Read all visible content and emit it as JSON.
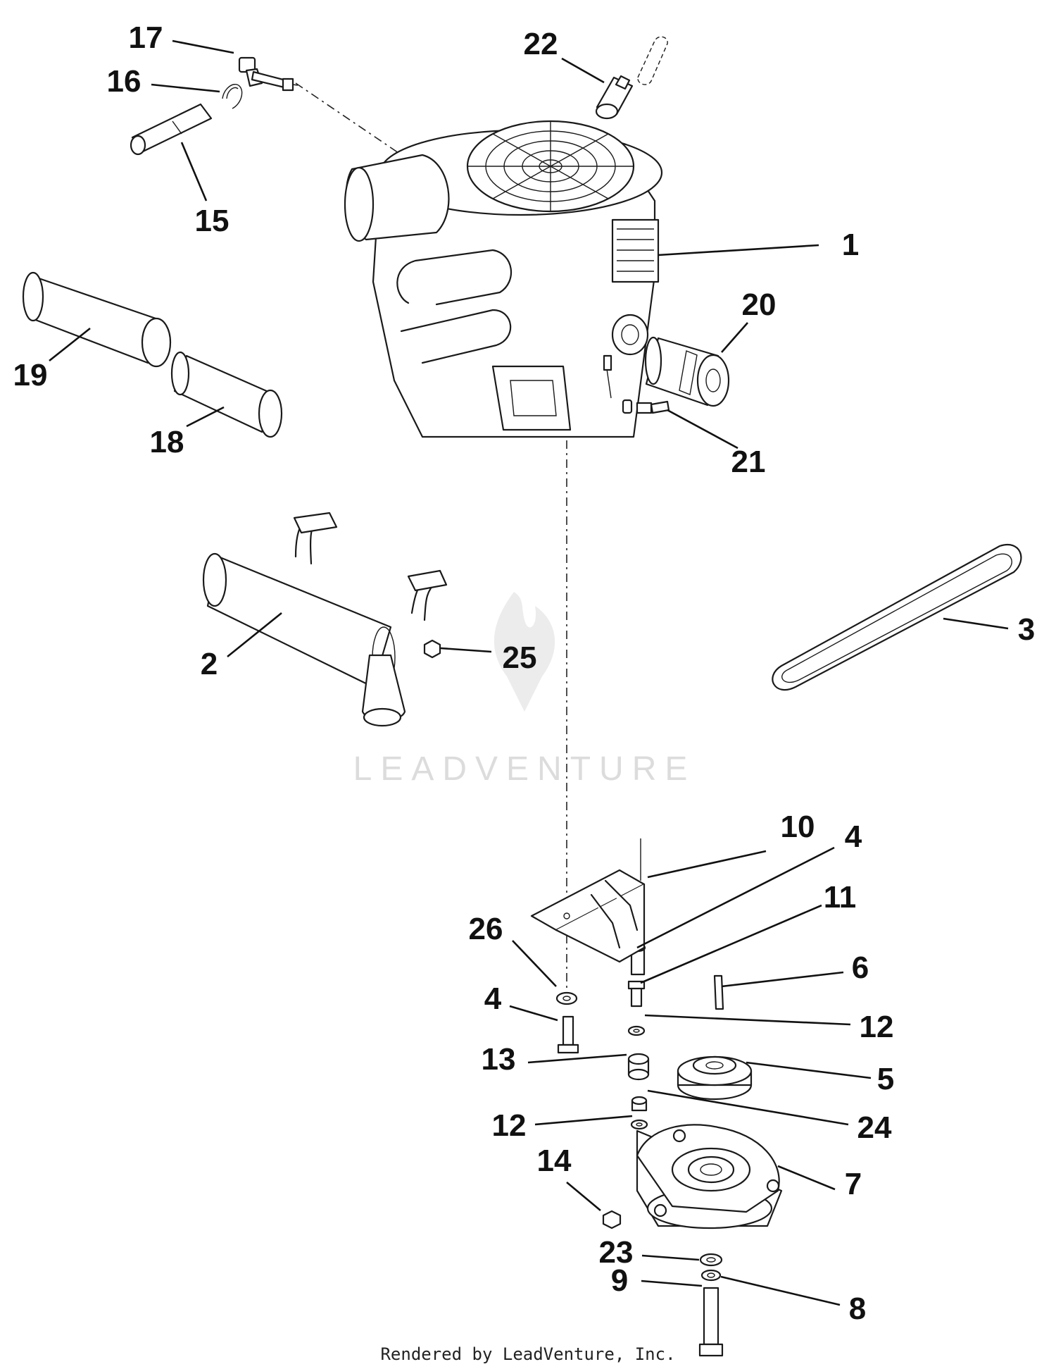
{
  "diagram": {
    "callouts": {
      "c1": "1",
      "c2": "2",
      "c3": "3",
      "c4a": "4",
      "c4b": "4",
      "c5": "5",
      "c6": "6",
      "c7": "7",
      "c8": "8",
      "c9": "9",
      "c10": "10",
      "c11": "11",
      "c12a": "12",
      "c12b": "12",
      "c13": "13",
      "c14": "14",
      "c15": "15",
      "c16": "16",
      "c17": "17",
      "c18": "18",
      "c19": "19",
      "c20": "20",
      "c21": "21",
      "c22": "22",
      "c23": "23",
      "c24": "24",
      "c25": "25",
      "c26": "26"
    },
    "watermark": "LEADVENTURE",
    "footer": "Rendered by LeadVenture, Inc."
  }
}
